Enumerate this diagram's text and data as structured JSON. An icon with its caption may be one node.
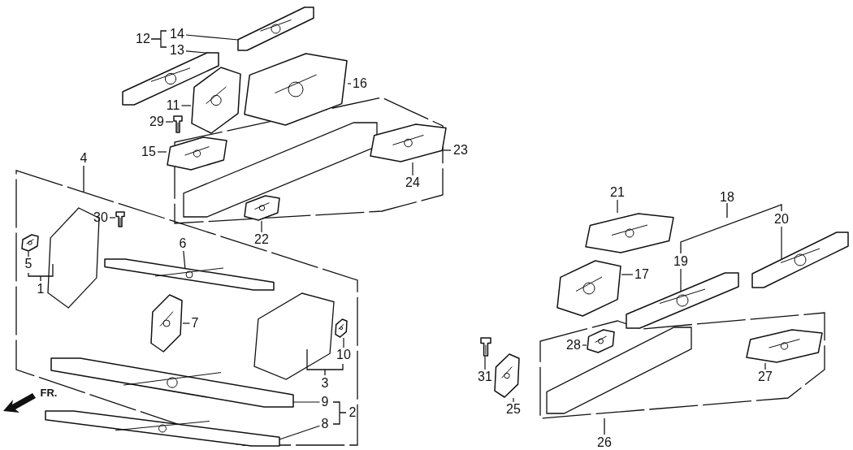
{
  "diagram": {
    "nodes": [
      {
        "text": [
          "14"
        ]
      },
      {
        "text": [],
        "shape": "picture"
      },
      {
        "text": [
          "13"
        ]
      },
      {
        "text": [],
        "shape": "picture"
      },
      {
        "text": [
          "16"
        ]
      },
      {
        "text": [],
        "shape": "picture"
      },
      {
        "text": [
          "11"
        ]
      },
      {
        "text": [],
        "shape": "picture"
      },
      {
        "text": [
          "29"
        ]
      },
      {
        "text": [],
        "shape": "picture"
      },
      {
        "text": [
          "15"
        ]
      },
      {
        "text": [],
        "shape": "picture"
      },
      {
        "text": [
          "24"
        ]
      },
      {
        "text": [],
        "shape": "picture"
      },
      {
        "text": [
          "22"
        ]
      },
      {
        "text": [],
        "shape": "picture"
      },
      {
        "text": [
          "30"
        ]
      },
      {
        "text": [],
        "shape": "picture"
      },
      {
        "text": [
          "5"
        ]
      },
      {
        "text": [],
        "shape": "picture"
      },
      {
        "text": [
          "6"
        ]
      },
      {
        "text": [],
        "shape": "picture"
      },
      {
        "text": [
          "7"
        ]
      },
      {
        "text": [],
        "shape": "picture"
      },
      {
        "text": [
          "10"
        ]
      },
      {
        "text": [],
        "shape": "picture"
      },
      {
        "text": [
          "9"
        ]
      },
      {
        "text": [],
        "shape": "picture"
      },
      {
        "text": [
          "8"
        ]
      },
      {
        "text": [],
        "shape": "picture"
      },
      {
        "text": [
          "21"
        ]
      },
      {
        "text": [],
        "shape": "picture"
      },
      {
        "text": [
          "17"
        ]
      },
      {
        "text": [],
        "shape": "picture"
      },
      {
        "text": [
          "19"
        ]
      },
      {
        "text": [],
        "shape": "picture"
      },
      {
        "text": [
          "20"
        ]
      },
      {
        "text": [],
        "shape": "picture"
      },
      {
        "text": [
          "28"
        ]
      },
      {
        "text": [],
        "shape": "picture"
      },
      {
        "text": [
          "31"
        ]
      },
      {
        "text": [],
        "shape": "picture"
      },
      {
        "text": [
          "25"
        ]
      },
      {
        "text": [],
        "shape": "picture"
      },
      {
        "text": [
          "27"
        ]
      },
      {
        "text": [],
        "shape": "picture"
      }
    ],
    "edges": [
      {
        "from": 0,
        "to": 1,
        "arrow": "none"
      },
      {
        "from": 2,
        "to": 3,
        "arrow": "none"
      },
      {
        "from": 4,
        "to": 5,
        "arrow": "none"
      },
      {
        "from": 6,
        "to": 7,
        "arrow": "none"
      },
      {
        "from": 8,
        "to": 9,
        "arrow": "none"
      },
      {
        "from": 10,
        "to": 11,
        "arrow": "none"
      },
      {
        "from": 12,
        "to": 13,
        "arrow": "none"
      },
      {
        "from": 14,
        "to": 15,
        "arrow": "none"
      },
      {
        "from": 16,
        "to": 17,
        "arrow": "none"
      },
      {
        "from": 18,
        "to": 19,
        "arrow": "none"
      },
      {
        "from": 20,
        "to": 21,
        "arrow": "none"
      },
      {
        "from": 22,
        "to": 23,
        "arrow": "none"
      },
      {
        "from": 24,
        "to": 25,
        "arrow": "none"
      },
      {
        "from": 26,
        "to": 27,
        "arrow": "none"
      },
      {
        "from": 28,
        "to": 29,
        "arrow": "none"
      },
      {
        "from": 30,
        "to": 31,
        "arrow": "none"
      },
      {
        "from": 32,
        "to": 33,
        "arrow": "none"
      },
      {
        "from": 34,
        "to": 35,
        "arrow": "none"
      },
      {
        "from": 36,
        "to": 37,
        "arrow": "none"
      },
      {
        "from": 38,
        "to": 39,
        "arrow": "none"
      },
      {
        "from": 40,
        "to": 41,
        "arrow": "none"
      },
      {
        "from": 42,
        "to": 43,
        "arrow": "none"
      },
      {
        "from": 44,
        "to": 45,
        "arrow": "none"
      }
    ],
    "labels": [
      "12",
      "23",
      "4",
      "18",
      "1",
      "3",
      "2",
      "FR.",
      "26"
    ]
  }
}
